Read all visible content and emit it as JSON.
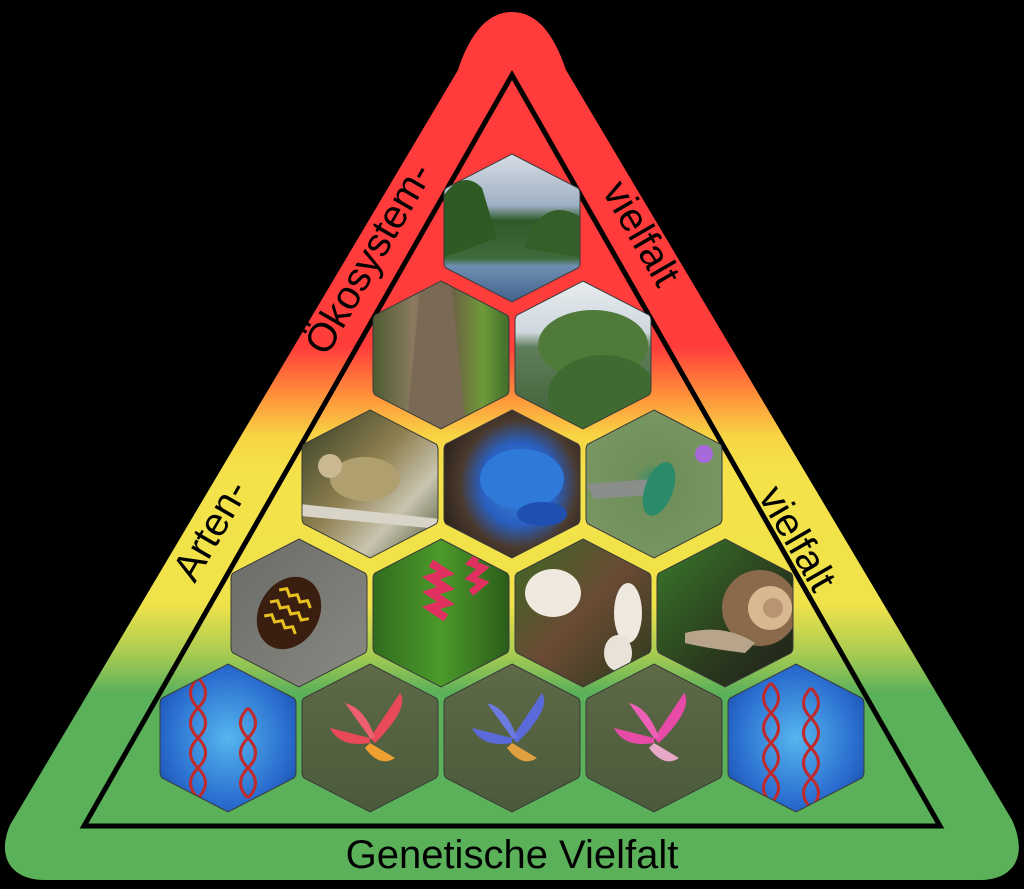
{
  "diagram": {
    "type": "biodiversity-pyramid",
    "colors": {
      "background": "#000000",
      "top_red": "#ff3b3b",
      "orange": "#ff8a3a",
      "yellow": "#f5e24a",
      "green": "#5bb05a",
      "outline": "#000000"
    },
    "labels": {
      "ecosystem_left": "Ökosystem-",
      "ecosystem_right": "vielfalt",
      "species_left": "Arten-",
      "species_right": "vielfalt",
      "genetic_bottom": "Genetische Vielfalt"
    },
    "rows": [
      {
        "level": "ecosystem",
        "hexagons": [
          {
            "subject": "tropical river landscape",
            "icon": "river-icon"
          }
        ]
      },
      {
        "level": "ecosystem",
        "hexagons": [
          {
            "subject": "rainforest tree buttress roots",
            "icon": "tree-trunk-icon"
          },
          {
            "subject": "tree in mountain forest",
            "icon": "tree-icon"
          }
        ]
      },
      {
        "level": "species",
        "hexagons": [
          {
            "subject": "squirrel monkey",
            "icon": "monkey-icon"
          },
          {
            "subject": "blue poison dart frog",
            "icon": "frog-icon"
          },
          {
            "subject": "hummingbird with purple flower",
            "icon": "hummingbird-icon"
          }
        ]
      },
      {
        "level": "species",
        "hexagons": [
          {
            "subject": "yellow-patterned shield bug",
            "icon": "beetle-icon"
          },
          {
            "subject": "heliconia flower",
            "icon": "heliconia-icon"
          },
          {
            "subject": "white mushrooms",
            "icon": "mushroom-icon"
          },
          {
            "subject": "snail",
            "icon": "snail-icon"
          }
        ]
      },
      {
        "level": "genetic",
        "hexagons": [
          {
            "subject": "DNA double helix",
            "icon": "dna-icon"
          },
          {
            "subject": "red lily",
            "icon": "lily-icon"
          },
          {
            "subject": "blue lily",
            "icon": "lily-icon"
          },
          {
            "subject": "pink lily",
            "icon": "lily-icon"
          },
          {
            "subject": "DNA double helix",
            "icon": "dna-icon"
          }
        ]
      }
    ]
  }
}
